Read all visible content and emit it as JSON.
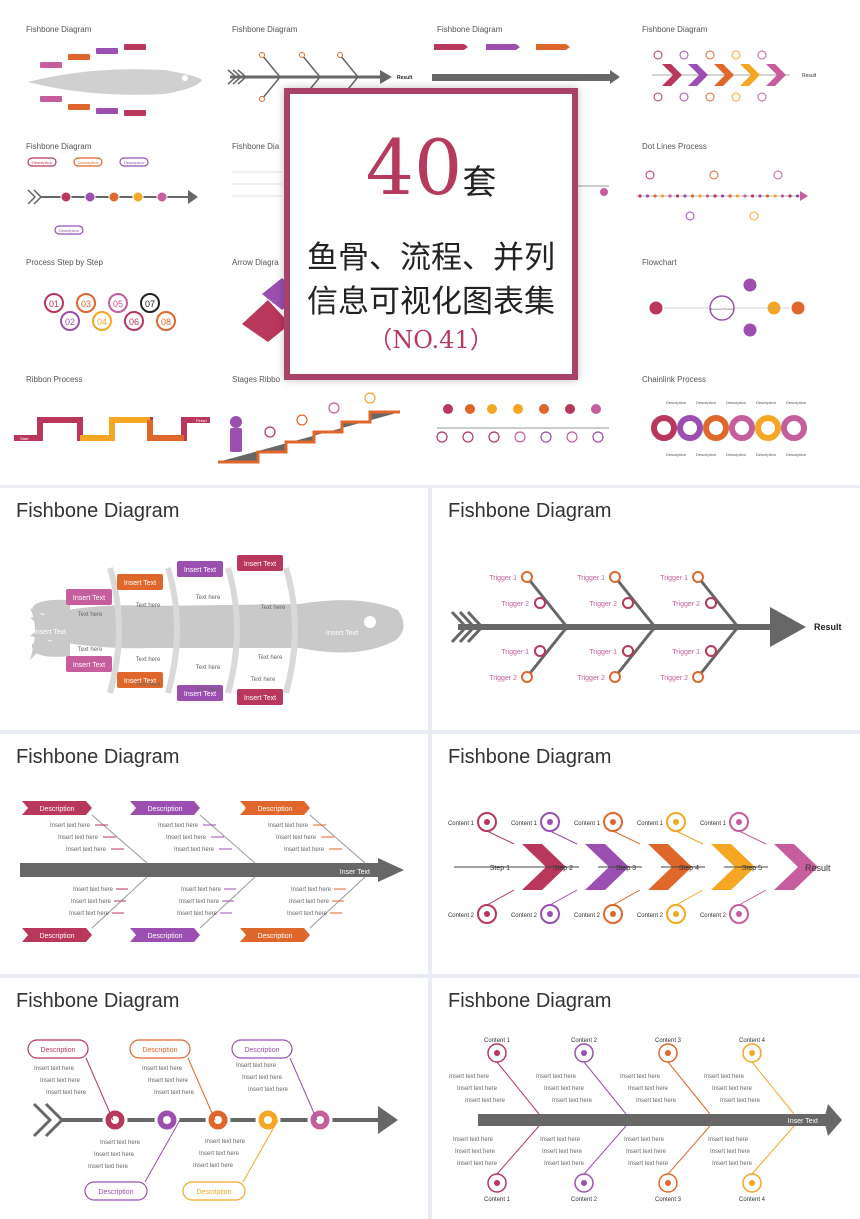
{
  "colors": {
    "c1": "#b8375b",
    "c2": "#c65d9c",
    "c3": "#9b4fb0",
    "c4": "#e0672b",
    "c5": "#f5a623",
    "grey": "#676767",
    "lightgrey": "#cfcfcf"
  },
  "cover": {
    "number": "40",
    "unit": "套",
    "line1": "鱼骨、流程、并列",
    "line2": "信息可视化图表集",
    "line3": "（NO.41）"
  },
  "thumbs": [
    "Fishbone Diagram",
    "Fishbone Diagram",
    "Fishbone Diagram",
    "Fishbone Diagram",
    "Fishbone Diagram",
    "Fishbone Dia",
    "Dot Lines Process",
    "Process Step by Step",
    "Arrow Diagra",
    "Flowchart",
    "Ribbon Process",
    "Stages Ribbo",
    "Chainlink Process"
  ],
  "thumb_words": {
    "result": "Result",
    "desc": "Description",
    "flowtitle": "Business Process",
    "step_nums": [
      "01",
      "02",
      "03",
      "04",
      "05",
      "06",
      "07",
      "08"
    ],
    "start": "Start",
    "finish": "Finish"
  },
  "p1": {
    "title": "Fishbone Diagram",
    "head": "Insert Text",
    "tail": "Insert Text",
    "boxes": [
      "Insert Text",
      "Insert Text",
      "Insert Text",
      "Insert Text",
      "Insert Text",
      "Insert Text",
      "Insert Text",
      "Insert Text"
    ],
    "text": "Text here"
  },
  "p2": {
    "title": "Fishbone Diagram",
    "t1": "Trigger 1",
    "t2": "Trigger 2",
    "result": "Result"
  },
  "p3": {
    "title": "Fishbone Diagram",
    "desc": "Description",
    "item": "Insert text here",
    "arrow": "Inser Text"
  },
  "p4": {
    "title": "Fishbone Diagram",
    "steps": [
      "Step 1",
      "Step 2",
      "Step 3",
      "Step 4",
      "Step 5"
    ],
    "c1": "Content 1",
    "c2": "Content 2",
    "result": "Result"
  },
  "p5": {
    "title": "Fishbone Diagram",
    "desc": "Description",
    "item": "Insert text here"
  },
  "p6": {
    "title": "Fishbone Diagram",
    "contents": [
      "Content 1",
      "Content 2",
      "Content 3",
      "Content 4"
    ],
    "item": "Insert text here",
    "arrow": "Inser Text"
  }
}
